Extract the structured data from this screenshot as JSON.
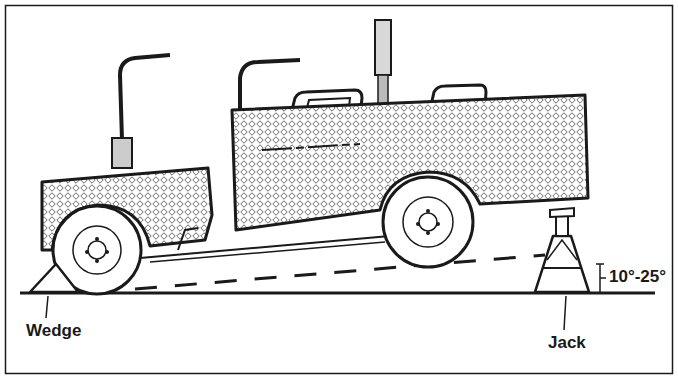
{
  "diagram": {
    "labels": [
      "Wedge",
      "Jack",
      "10°-25°"
    ]
  }
}
